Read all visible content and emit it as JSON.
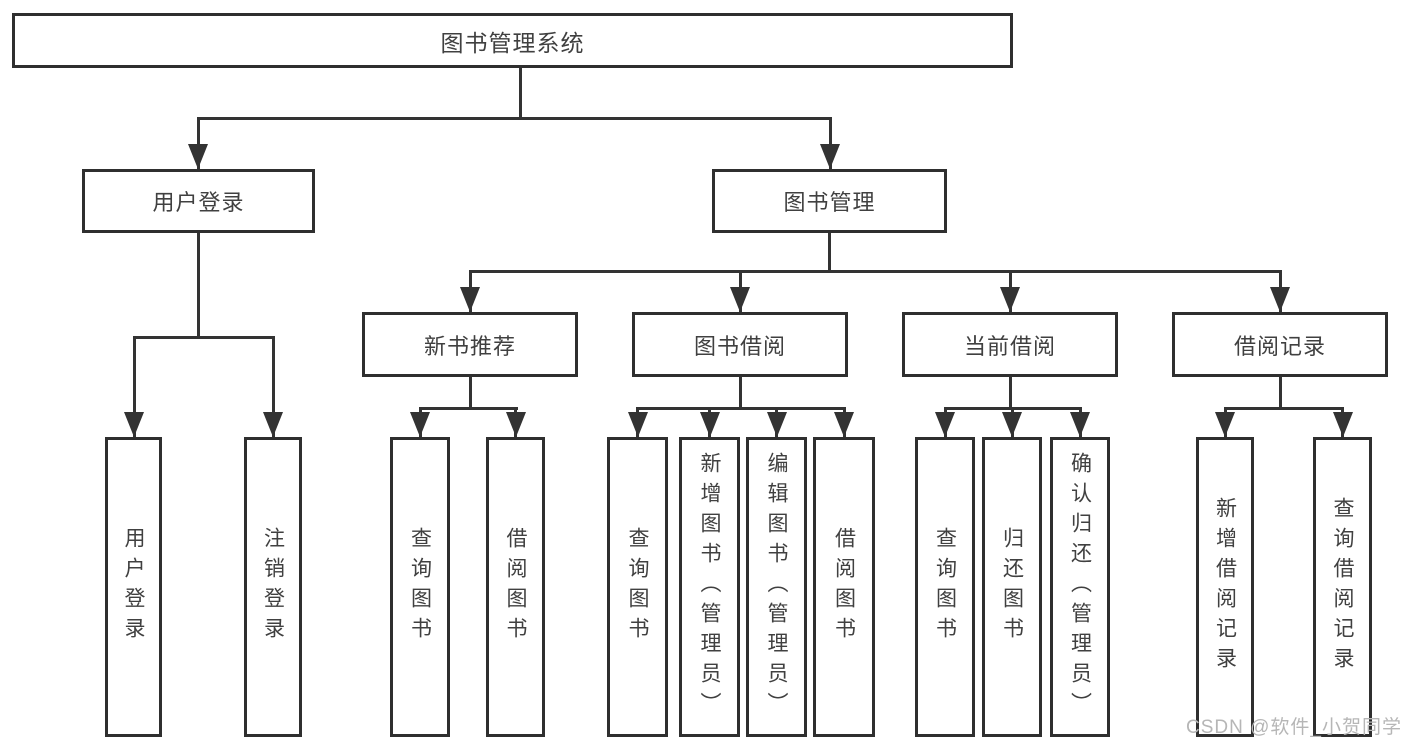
{
  "diagram": {
    "root": {
      "label": "图书管理系统"
    },
    "branches": [
      {
        "label": "用户登录",
        "children": [
          {
            "label": "用户登录"
          },
          {
            "label": "注销登录"
          }
        ]
      },
      {
        "label": "图书管理",
        "children": [
          {
            "label": "新书推荐",
            "children": [
              {
                "label": "查询图书"
              },
              {
                "label": "借阅图书"
              }
            ]
          },
          {
            "label": "图书借阅",
            "children": [
              {
                "label": "查询图书"
              },
              {
                "label": "新增图书（管理员）"
              },
              {
                "label": "编辑图书（管理员）"
              },
              {
                "label": "借阅图书"
              }
            ]
          },
          {
            "label": "当前借阅",
            "children": [
              {
                "label": "查询图书"
              },
              {
                "label": "归还图书"
              },
              {
                "label": "确认归还（管理员）"
              }
            ]
          },
          {
            "label": "借阅记录",
            "children": [
              {
                "label": "新增借阅记录"
              },
              {
                "label": "查询借阅记录"
              }
            ]
          }
        ]
      }
    ]
  },
  "watermark": {
    "text": "CSDN @软件_小贺同学"
  },
  "colors": {
    "line": "#333333",
    "box_border": "#2f2f2f",
    "text": "#404040",
    "watermark": "#b6b6b6",
    "background": "#ffffff"
  }
}
